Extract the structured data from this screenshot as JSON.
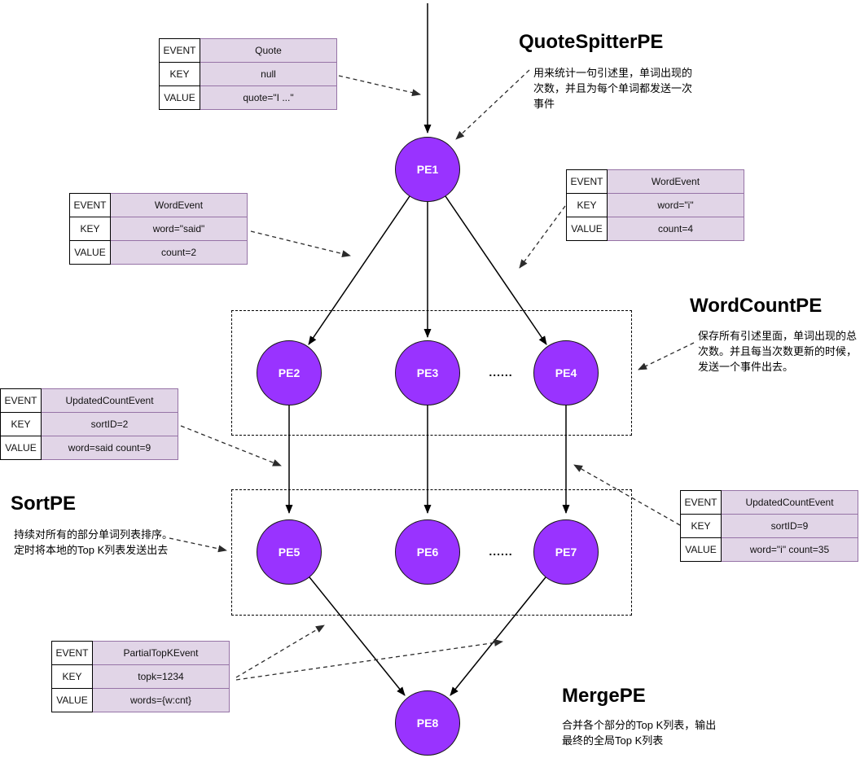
{
  "diagram": {
    "nodes": [
      {
        "label": "PE1"
      },
      {
        "label": "PE2"
      },
      {
        "label": "PE3"
      },
      {
        "label": "PE4"
      },
      {
        "label": "PE5"
      },
      {
        "label": "PE6"
      },
      {
        "label": "PE7"
      },
      {
        "label": "PE8"
      }
    ],
    "ellipsis": "......",
    "tables": [
      {
        "name": "quote-event",
        "rows": [
          {
            "label": "EVENT",
            "value": "Quote"
          },
          {
            "label": "KEY",
            "value": "null"
          },
          {
            "label": "VALUE",
            "value": "quote=\"I ...\""
          }
        ]
      },
      {
        "name": "word-event-said",
        "rows": [
          {
            "label": "EVENT",
            "value": "WordEvent"
          },
          {
            "label": "KEY",
            "value": "word=\"said\""
          },
          {
            "label": "VALUE",
            "value": "count=2"
          }
        ]
      },
      {
        "name": "word-event-i",
        "rows": [
          {
            "label": "EVENT",
            "value": "WordEvent"
          },
          {
            "label": "KEY",
            "value": "word=\"i\""
          },
          {
            "label": "VALUE",
            "value": "count=4"
          }
        ]
      },
      {
        "name": "updated-count-event-said",
        "rows": [
          {
            "label": "EVENT",
            "value": "UpdatedCountEvent"
          },
          {
            "label": "KEY",
            "value": "sortID=2"
          },
          {
            "label": "VALUE",
            "value": "word=said count=9"
          }
        ]
      },
      {
        "name": "updated-count-event-i",
        "rows": [
          {
            "label": "EVENT",
            "value": "UpdatedCountEvent"
          },
          {
            "label": "KEY",
            "value": "sortID=9"
          },
          {
            "label": "VALUE",
            "value": "word=\"i\" count=35"
          }
        ]
      },
      {
        "name": "partial-topk-event",
        "rows": [
          {
            "label": "EVENT",
            "value": "PartialTopKEvent"
          },
          {
            "label": "KEY",
            "value": "topk=1234"
          },
          {
            "label": "VALUE",
            "value": "words={w:cnt}"
          }
        ]
      }
    ],
    "annotations": [
      {
        "title": "QuoteSpitterPE",
        "desc_lines": [
          "用来统计一句引述里，单词出现的",
          "次数，并且为每个单词都发送一次",
          "事件"
        ]
      },
      {
        "title": "WordCountPE",
        "desc_lines": [
          "保存所有引述里面，单词出现的总",
          "次数。并且每当次数更新的时候，",
          "发送一个事件出去。"
        ]
      },
      {
        "title": "SortPE",
        "desc_lines": [
          "持续对所有的部分单词列表排序。",
          "定时将本地的Top K列表发送出去"
        ]
      },
      {
        "title": "MergePE",
        "desc_lines": [
          "合并各个部分的Top K列表，输出",
          "最终的全局Top K列表"
        ]
      }
    ],
    "colors": {
      "node_fill": "#9933ff",
      "node_text": "#ffffff",
      "table_value_fill": "#e1d5e7",
      "table_value_border": "#9673a6",
      "table_label_fill": "#ffffff",
      "line_color": "#000000"
    }
  }
}
